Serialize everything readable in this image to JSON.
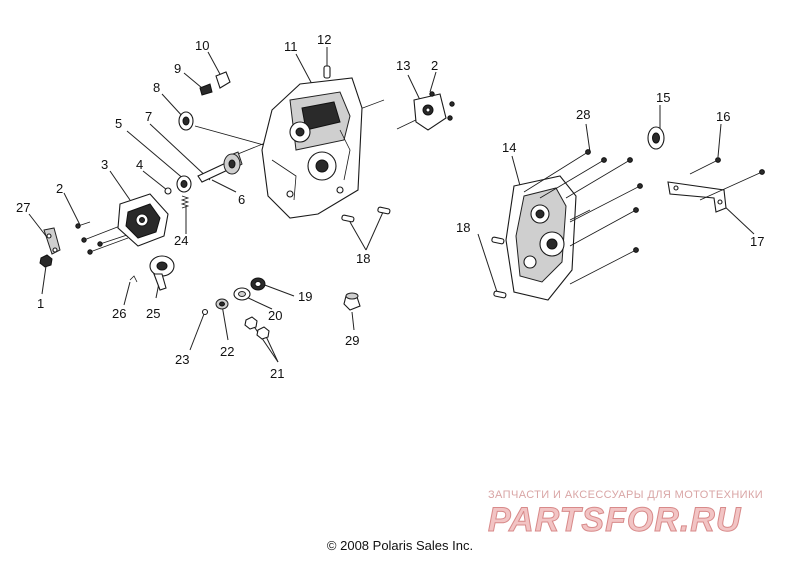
{
  "diagram": {
    "callouts": [
      {
        "id": "1",
        "text": "1"
      },
      {
        "id": "2a",
        "text": "2"
      },
      {
        "id": "2b",
        "text": "2"
      },
      {
        "id": "3",
        "text": "3"
      },
      {
        "id": "4",
        "text": "4"
      },
      {
        "id": "5",
        "text": "5"
      },
      {
        "id": "6",
        "text": "6"
      },
      {
        "id": "7",
        "text": "7"
      },
      {
        "id": "8",
        "text": "8"
      },
      {
        "id": "9",
        "text": "9"
      },
      {
        "id": "10",
        "text": "10"
      },
      {
        "id": "11",
        "text": "11"
      },
      {
        "id": "12",
        "text": "12"
      },
      {
        "id": "13",
        "text": "13"
      },
      {
        "id": "14",
        "text": "14"
      },
      {
        "id": "15",
        "text": "15"
      },
      {
        "id": "16",
        "text": "16"
      },
      {
        "id": "17",
        "text": "17"
      },
      {
        "id": "18a",
        "text": "18"
      },
      {
        "id": "18b",
        "text": "18"
      },
      {
        "id": "19",
        "text": "19"
      },
      {
        "id": "20",
        "text": "20"
      },
      {
        "id": "21",
        "text": "21"
      },
      {
        "id": "22",
        "text": "22"
      },
      {
        "id": "23",
        "text": "23"
      },
      {
        "id": "24",
        "text": "24"
      },
      {
        "id": "25",
        "text": "25"
      },
      {
        "id": "26",
        "text": "26"
      },
      {
        "id": "27",
        "text": "27"
      },
      {
        "id": "28",
        "text": "28"
      },
      {
        "id": "29",
        "text": "29"
      }
    ],
    "copyright": "© 2008 Polaris Sales Inc.",
    "watermark": {
      "tagline": "ЗАПЧАСТИ И АКСЕССУАРЫ ДЛЯ МОТОТЕХНИКИ",
      "logo": "PARTSFOR.RU",
      "color": "#e0a0a0"
    }
  }
}
